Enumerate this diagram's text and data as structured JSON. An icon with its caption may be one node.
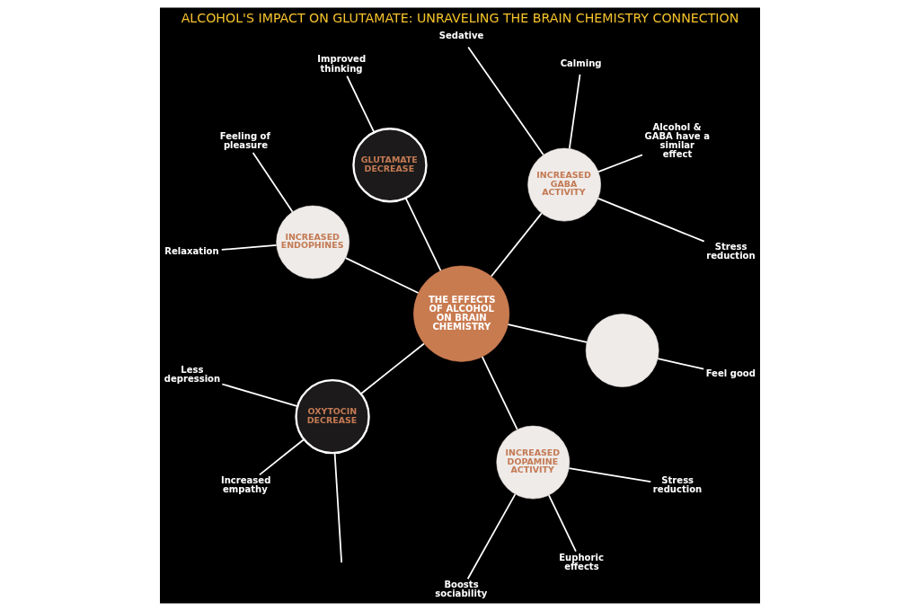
{
  "diagram": {
    "title": "ALCOHOL'S IMPACT ON GLUTAMATE: UNRAVELING THE BRAIN CHEMISTRY CONNECTION",
    "nodes": [
      {
        "text": [
          "THE EFFECTS OF ALCOHOL ON BRAIN CHEMISTRY"
        ]
      },
      {
        "text": [
          "INCREASED GABA ACTIVITY"
        ]
      },
      {
        "text": [
          "GLUTAMATE DECREASE"
        ]
      },
      {
        "text": [
          "INCREASED ENDOPHINES"
        ]
      },
      {
        "text": [
          "OXYTOCIN DECREASE"
        ]
      },
      {
        "text": [
          "INCREASED DOPAMINE ACTIVITY"
        ]
      },
      {
        "text": [],
        "shape": "circle"
      },
      {
        "text": [
          "Stress reduction"
        ]
      },
      {
        "text": [
          "Alcohol & GABA have a similar effect"
        ]
      },
      {
        "text": [
          "Calming"
        ]
      },
      {
        "text": [
          "Sedative"
        ]
      },
      {
        "text": [
          "Improved thinking"
        ]
      },
      {
        "text": [
          "Feeling of pleasure"
        ]
      },
      {
        "text": [
          "Relaxation"
        ]
      },
      {
        "text": [
          "Less depression"
        ]
      },
      {
        "text": [
          "Increased empathy"
        ]
      },
      {
        "text": [
          "Boosts sociability"
        ]
      },
      {
        "text": [
          "Euphoric effects"
        ]
      },
      {
        "text": [
          "Stress reduction"
        ]
      },
      {
        "text": [
          "Feel good"
        ]
      }
    ],
    "edges": [
      {
        "from": 0,
        "to": 1,
        "arrow": "none"
      },
      {
        "from": 0,
        "to": 2,
        "arrow": "none"
      },
      {
        "from": 0,
        "to": 3,
        "arrow": "none"
      },
      {
        "from": 0,
        "to": 4,
        "arrow": "none"
      },
      {
        "from": 0,
        "to": 5,
        "arrow": "none"
      },
      {
        "from": 0,
        "to": 6,
        "arrow": "none"
      },
      {
        "from": 1,
        "to": 7,
        "arrow": "none"
      },
      {
        "from": 1,
        "to": 8,
        "arrow": "none"
      },
      {
        "from": 1,
        "to": 9,
        "arrow": "none"
      },
      {
        "from": 1,
        "to": 10,
        "arrow": "none"
      },
      {
        "from": 2,
        "to": 11,
        "arrow": "none"
      },
      {
        "from": 3,
        "to": 12,
        "arrow": "none"
      },
      {
        "from": 3,
        "to": 13,
        "arrow": "none"
      },
      {
        "from": 4,
        "to": 14,
        "arrow": "none"
      },
      {
        "from": 4,
        "to": 15,
        "arrow": "none"
      },
      {
        "from": 4,
        "to": null,
        "arrow": "none"
      },
      {
        "from": 5,
        "to": 16,
        "arrow": "none"
      },
      {
        "from": 5,
        "to": 17,
        "arrow": "none"
      },
      {
        "from": 5,
        "to": 18,
        "arrow": "none"
      },
      {
        "from": 6,
        "to": 19,
        "arrow": "none"
      }
    ]
  }
}
